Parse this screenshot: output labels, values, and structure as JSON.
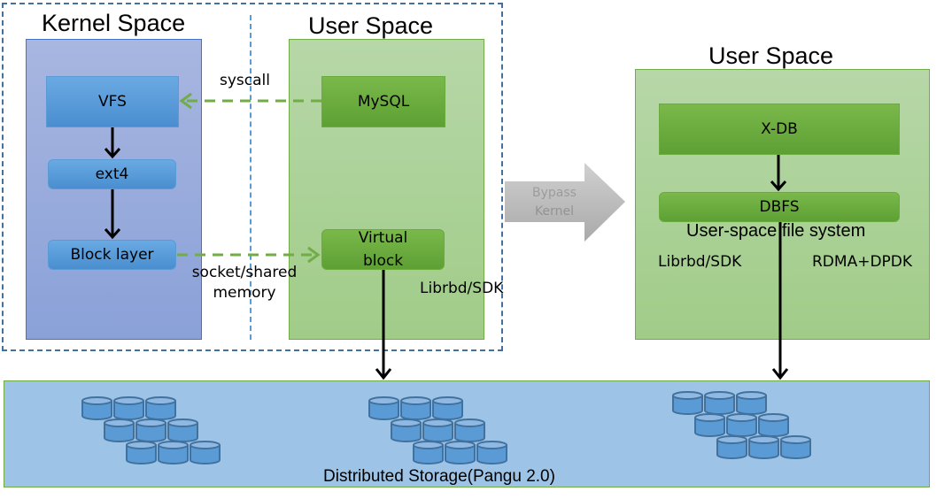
{
  "diagram": {
    "left_group": {
      "kernel_space": {
        "title": "Kernel Space",
        "components": [
          {
            "id": "vfs",
            "label": "VFS"
          },
          {
            "id": "ext4",
            "label": "ext4"
          },
          {
            "id": "block-layer",
            "label": "Block layer"
          }
        ]
      },
      "user_space": {
        "title": "User Space",
        "components": [
          {
            "id": "mysql",
            "label": "MySQL"
          },
          {
            "id": "virtual-block",
            "label": "Virtual\nblock"
          }
        ],
        "annotation": "Librbd/SDK"
      },
      "connections": {
        "syscall_label": "syscall",
        "socket_label_line1": "socket/shared",
        "socket_label_line2": "memory"
      }
    },
    "bypass_arrow": {
      "line1": "Bypass",
      "line2": "Kernel"
    },
    "right_group": {
      "title": "User Space",
      "components": [
        {
          "id": "xdb",
          "label": "X-DB"
        },
        {
          "id": "dbfs",
          "label": "DBFS"
        }
      ],
      "dbfs_caption": "User-space file system",
      "annotation_left": "Librbd/SDK",
      "annotation_right": "RDMA+DPDK"
    },
    "storage": {
      "label": "Distributed Storage(Pangu 2.0)",
      "cluster_count": 3,
      "disks_per_cluster": 9
    },
    "colors": {
      "kernel_panel": "#8aa1d8",
      "user_panel": "#a9d18e",
      "blue_box": "#5b9bd5",
      "green_box": "#70ad47",
      "dashed_arrow": "#70ad47",
      "storage_bg": "#9dc3e6",
      "disk_fill": "#5b9bd5",
      "disk_stroke": "#41719c",
      "bypass_arrow": "#a6a6a6"
    }
  }
}
